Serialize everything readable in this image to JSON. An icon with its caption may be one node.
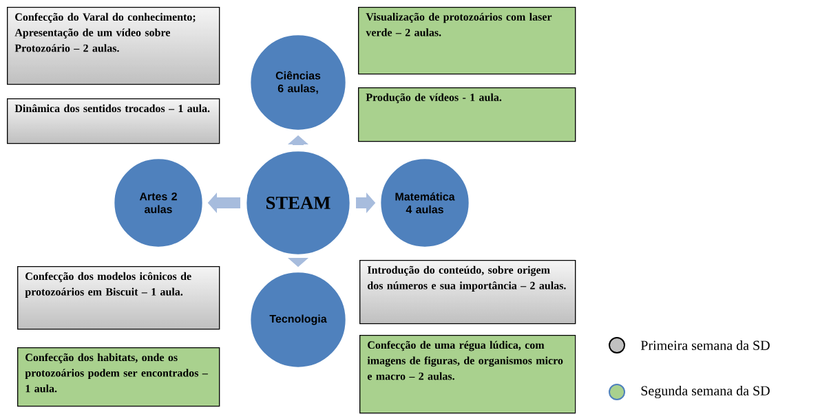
{
  "diagram": {
    "nodes": [
      {
        "text": [
          "STEAM"
        ]
      },
      {
        "text": [
          "Ciências 6 aulas,"
        ]
      },
      {
        "text": [
          "Matemática 4 aulas"
        ]
      },
      {
        "text": [
          "Tecnologia"
        ]
      },
      {
        "text": [
          "Artes 2 aulas"
        ]
      },
      {
        "text": [
          "Confecção do Varal do conhecimento; Apresentação de um vídeo sobre Protozoário – 2 aulas."
        ]
      },
      {
        "text": [
          "Dinâmica dos sentidos trocados – 1 aula."
        ]
      },
      {
        "text": [
          "Visualização de protozoários com laser verde – 2 aulas."
        ]
      },
      {
        "text": [
          "Produção de vídeos - 1 aula."
        ]
      },
      {
        "text": [
          "Confecção dos modelos icônicos de protozoários em Biscuit – 1 aula."
        ]
      },
      {
        "text": [
          "Confecção dos habitats, onde os protozoários podem ser encontrados – 1 aula."
        ]
      },
      {
        "text": [
          "Introdução do conteúdo, sobre origem dos números e sua importância – 2 aulas."
        ]
      },
      {
        "text": [
          "Confecção de uma régua lúdica, com imagens de figuras, de organismos micro e macro – 2 aulas."
        ]
      }
    ],
    "edges": [
      {
        "from": 0,
        "to": 1,
        "arrow": "to"
      },
      {
        "from": 0,
        "to": 2,
        "arrow": "to"
      },
      {
        "from": 0,
        "to": 3,
        "arrow": "to"
      },
      {
        "from": 0,
        "to": 4,
        "arrow": "to"
      }
    ],
    "legend": [
      {
        "text": "Primeira semana da SD",
        "color": "#c0c0c0"
      },
      {
        "text": "Segunda semana da SD",
        "color": "#a9d18e"
      }
    ]
  }
}
